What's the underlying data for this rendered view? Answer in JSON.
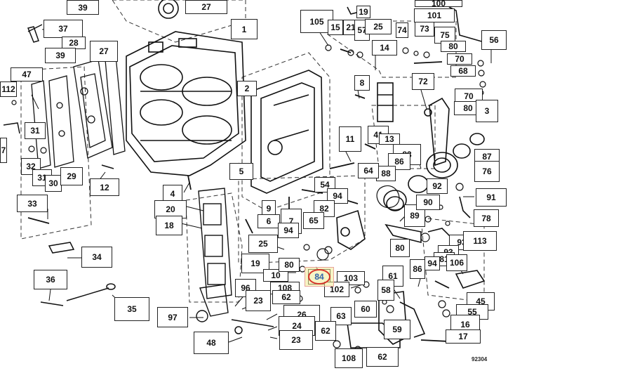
{
  "diagram": {
    "figure_code": "92304",
    "highlighted_part": "84",
    "labels": [
      "39",
      "27",
      "1",
      "105",
      "15",
      "21",
      "57",
      "25",
      "19",
      "74",
      "73",
      "75",
      "101",
      "56",
      "80",
      "70",
      "68",
      "100",
      "37",
      "28",
      "27",
      "39",
      "14",
      "8",
      "2",
      "72",
      "70",
      "80",
      "3",
      "47",
      "112",
      "31",
      "32",
      "31",
      "30",
      "29",
      "7",
      "41",
      "13",
      "83",
      "11",
      "86",
      "88",
      "64",
      "87",
      "76",
      "12",
      "4",
      "54",
      "94",
      "92",
      "91",
      "20",
      "5",
      "82",
      "9",
      "6",
      "7",
      "65",
      "18",
      "93",
      "89",
      "90",
      "78",
      "94",
      "25",
      "80",
      "113",
      "93",
      "81",
      "106",
      "94",
      "33",
      "34",
      "19",
      "10",
      "80",
      "84",
      "103",
      "102",
      "61",
      "86",
      "58",
      "45",
      "36",
      "96",
      "108",
      "23",
      "62",
      "26",
      "24",
      "23",
      "97",
      "48",
      "35",
      "63",
      "62",
      "108",
      "62",
      "60",
      "59",
      "55",
      "16",
      "17"
    ]
  }
}
